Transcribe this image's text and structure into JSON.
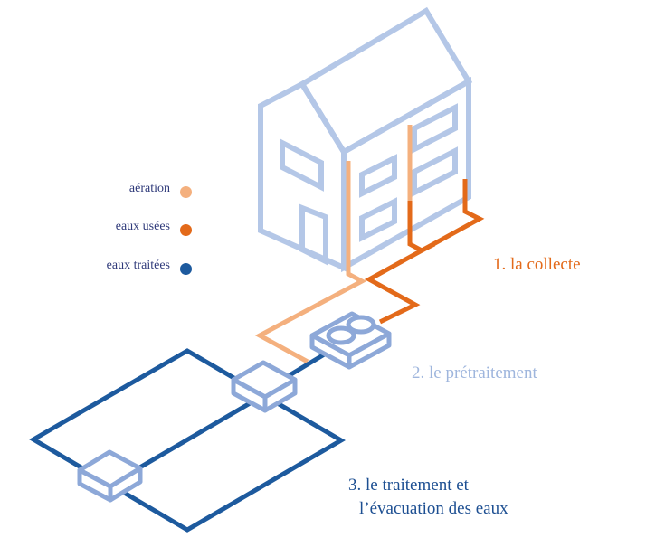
{
  "legend": {
    "items": [
      {
        "label": "aération",
        "color": "#f4b07e"
      },
      {
        "label": "eaux usées",
        "color": "#e36a1a"
      },
      {
        "label": "eaux traitées",
        "color": "#1d5a9e"
      }
    ]
  },
  "steps": {
    "collect": {
      "label": "1. la collecte",
      "color": "#e36a1a"
    },
    "pretreat": {
      "label": "2. le prétraitement",
      "color": "#9fb6dd"
    },
    "treat": {
      "line1": "3. le traitement et",
      "line2": "l’évacuation des eaux",
      "color": "#1d4f92"
    }
  },
  "colors": {
    "house": "#b4c7e7",
    "box": "#8da8d8",
    "aeration": "#f4b07e",
    "used": "#e36a1a",
    "treated": "#1d5a9e"
  }
}
